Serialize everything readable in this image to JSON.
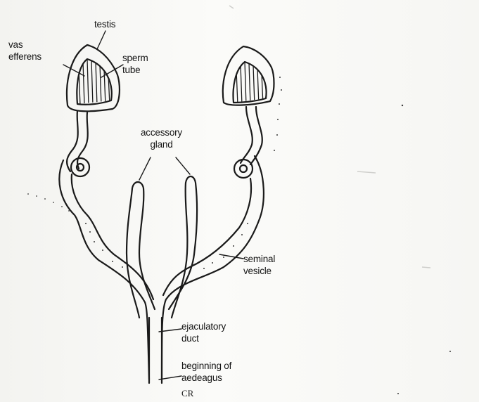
{
  "labels": {
    "testis": "testis",
    "vas_efferens": "vas\nefferens",
    "sperm_tube": "sperm\ntube",
    "accessory_gland": "accessory\ngland",
    "seminal_vesicle": "seminal\nvesicle",
    "ejaculatory_duct": "ejaculatory\nduct",
    "aedeagus": "beginning of\naedeagus"
  },
  "signature": "CR",
  "colors": {
    "ink": "#1a1a1a",
    "paper": "#f7f7f4"
  }
}
